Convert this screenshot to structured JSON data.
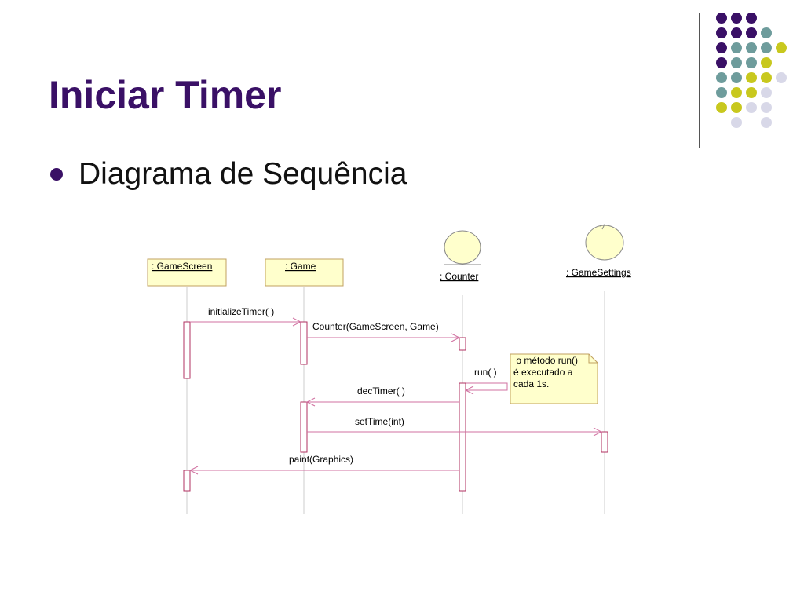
{
  "slide": {
    "title": "Iniciar Timer",
    "bullet": "Diagrama de Sequência"
  },
  "colors": {
    "title": "#3a1066",
    "dot_purple": "#3a1066",
    "dot_teal": "#6e9c9c",
    "dot_yellow": "#c8c81e",
    "dot_lavender": "#d8d8e8",
    "object_fill": "#ffffcc",
    "object_border": "#c0a060",
    "activation_border": "#b03060",
    "message_line": "#d070a0",
    "lifeline": "#cccccc"
  },
  "decor_dots": [
    [
      "purple",
      "purple",
      "purple",
      null,
      null
    ],
    [
      "purple",
      "purple",
      "purple",
      "teal",
      null
    ],
    [
      "purple",
      "teal",
      "teal",
      "teal",
      "yellow"
    ],
    [
      "purple",
      "teal",
      "teal",
      "yellow",
      null
    ],
    [
      "teal",
      "teal",
      "yellow",
      "yellow",
      "lavender"
    ],
    [
      "teal",
      "yellow",
      "yellow",
      "lavender",
      null
    ],
    [
      "yellow",
      "yellow",
      "lavender",
      "lavender",
      null
    ],
    [
      null,
      "lavender",
      null,
      "lavender",
      null
    ]
  ],
  "diagram": {
    "objects": [
      {
        "id": "gamescreen",
        "label": " : GameScreen",
        "kind": "class"
      },
      {
        "id": "game",
        "label": " : Game",
        "kind": "class"
      },
      {
        "id": "counter",
        "label": " : Counter",
        "kind": "entity"
      },
      {
        "id": "gamesettings",
        "label": " : GameSettings",
        "kind": "control"
      }
    ],
    "messages": [
      {
        "label": "initializeTimer( )",
        "from": "gamescreen",
        "to": "game"
      },
      {
        "label": "Counter(GameScreen, Game)",
        "from": "game",
        "to": "counter"
      },
      {
        "label": "run( )",
        "from": "counter",
        "to": "counter"
      },
      {
        "label": "decTimer( )",
        "from": "counter",
        "to": "game"
      },
      {
        "label": "setTime(int)",
        "from": "game",
        "to": "gamesettings"
      },
      {
        "label": "paint(Graphics)",
        "from": "counter",
        "to": "gamescreen"
      }
    ],
    "note": {
      "lines": [
        " o método run()",
        "é executado a",
        "cada 1s."
      ]
    }
  }
}
